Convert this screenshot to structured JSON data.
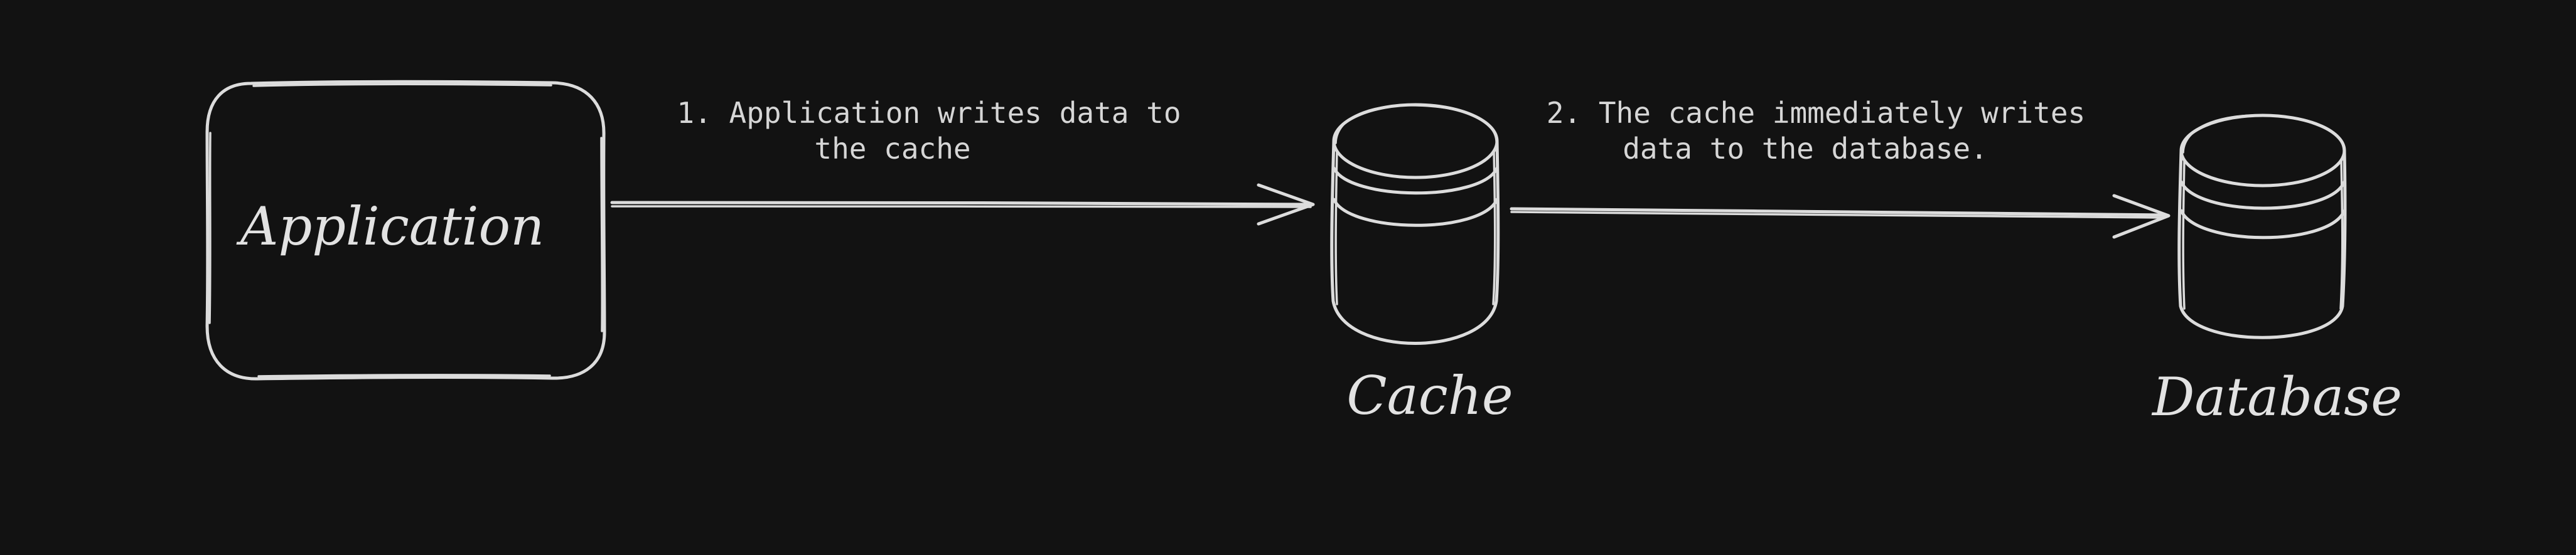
{
  "diagram": {
    "background_color": "#121212",
    "stroke_color": "#dcdcdc",
    "nodes": [
      {
        "id": "application",
        "shape": "rounded-rectangle",
        "label": "Application"
      },
      {
        "id": "cache",
        "shape": "cylinder",
        "label": "Cache"
      },
      {
        "id": "database",
        "shape": "cylinder",
        "label": "Database"
      }
    ],
    "edges": [
      {
        "from": "application",
        "to": "cache",
        "label_lines": [
          "1. Application writes data to",
          "the cache"
        ]
      },
      {
        "from": "cache",
        "to": "database",
        "label_lines": [
          "2. The cache immediately writes",
          "data to the database."
        ]
      }
    ]
  }
}
